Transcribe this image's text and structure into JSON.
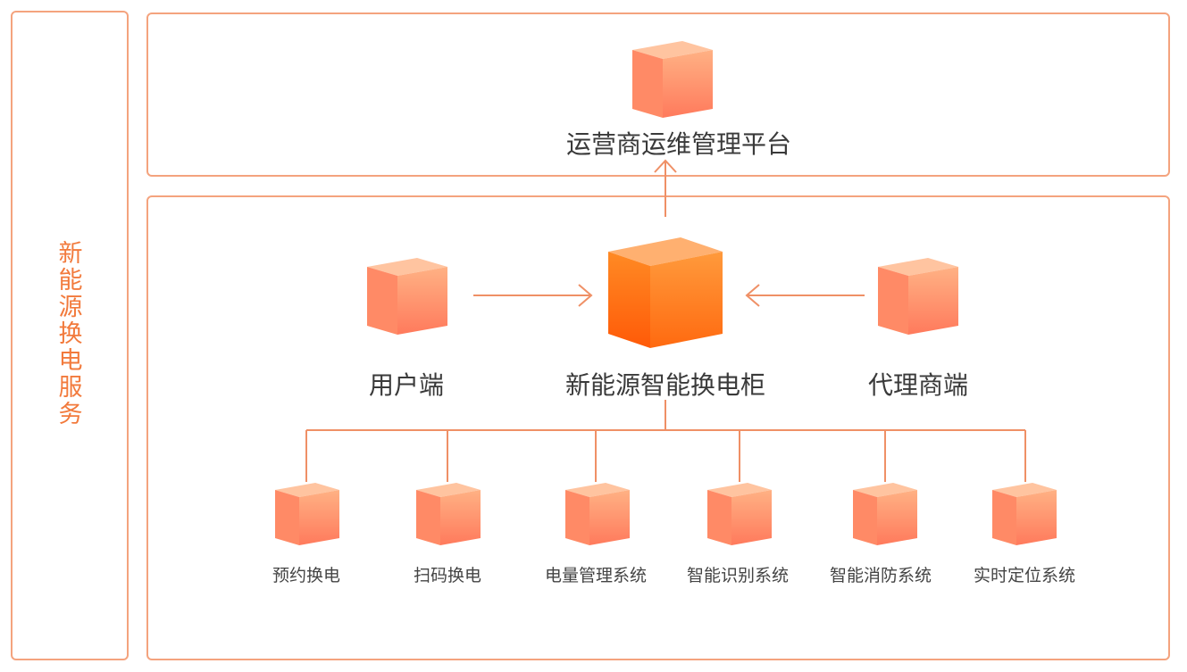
{
  "side": {
    "title": "新能源换电服务"
  },
  "platform": {
    "label": "运营商运维管理平台"
  },
  "center": {
    "label": "新能源智能换电柜"
  },
  "left_node": {
    "label": "用户端"
  },
  "right_node": {
    "label": "代理商端"
  },
  "features": [
    {
      "label": "预约换电"
    },
    {
      "label": "扫码换电"
    },
    {
      "label": "电量管理系统"
    },
    {
      "label": "智能识别系统"
    },
    {
      "label": "智能消防系统"
    },
    {
      "label": "实时定位系统"
    }
  ],
  "colors": {
    "border": "#f4a37e",
    "accent": "#f27a3c",
    "line": "#ef9066",
    "cube_light": "#ffb27f",
    "cube_mid": "#ff8a62",
    "cube_strong": "#ff7a1f"
  }
}
